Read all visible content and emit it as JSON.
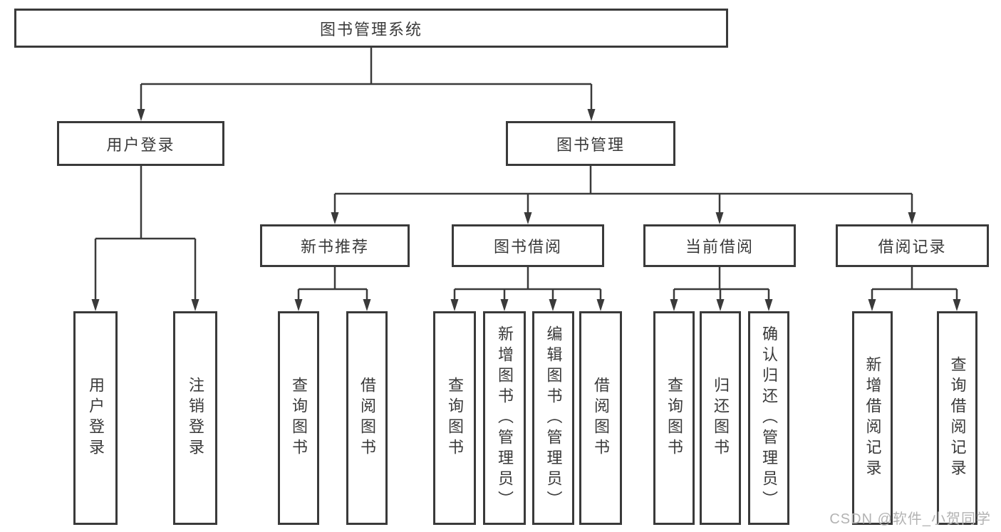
{
  "tree": {
    "root": {
      "label": "图书管理系统"
    },
    "level2": [
      {
        "label": "用户登录",
        "children": [
          {
            "label": "用户登录"
          },
          {
            "label": "注销登录"
          }
        ]
      },
      {
        "label": "图书管理",
        "children": [
          {
            "label": "新书推荐",
            "children": [
              {
                "label": "查询图书"
              },
              {
                "label": "借阅图书"
              }
            ]
          },
          {
            "label": "图书借阅",
            "children": [
              {
                "label": "查询图书"
              },
              {
                "label": "新增图书（管理员）"
              },
              {
                "label": "编辑图书（管理员）"
              },
              {
                "label": "借阅图书"
              }
            ]
          },
          {
            "label": "当前借阅",
            "children": [
              {
                "label": "查询图书"
              },
              {
                "label": "归还图书"
              },
              {
                "label": "确认归还（管理员）"
              }
            ]
          },
          {
            "label": "借阅记录",
            "children": [
              {
                "label": "新增借阅记录"
              },
              {
                "label": "查询借阅记录"
              }
            ]
          }
        ]
      }
    ]
  },
  "watermark": {
    "text": "CSDN @软件_小贺同学"
  },
  "colors": {
    "line": "#3a3a3a",
    "text": "#3a3a3a",
    "background": "#ffffff",
    "watermark": "#b3b3b3"
  }
}
